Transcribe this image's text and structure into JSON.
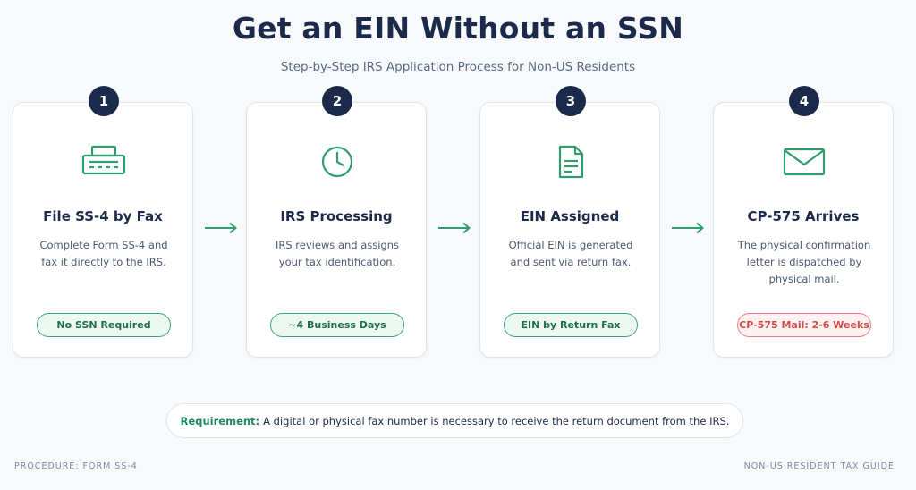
{
  "header": {
    "title": "Get an EIN Without an SSN",
    "subtitle": "Step-by-Step IRS Application Process for Non-US Residents"
  },
  "steps": [
    {
      "number": "1",
      "icon": "fax-machine-icon",
      "title": "File SS-4 by Fax",
      "description": "Complete Form SS-4 and fax it directly to the IRS.",
      "pill": "No SSN Required"
    },
    {
      "number": "2",
      "icon": "clock-icon",
      "title": "IRS Processing",
      "description": "IRS reviews and assigns your tax identification.",
      "pill": "~4 Business Days"
    },
    {
      "number": "3",
      "icon": "document-icon",
      "title": "EIN Assigned",
      "description": "Official EIN is generated and sent via return fax.",
      "pill": "EIN by Return Fax"
    },
    {
      "number": "4",
      "icon": "envelope-icon",
      "title": "CP-575 Arrives",
      "description": "The physical confirmation letter is dispatched by physical mail.",
      "pill": "CP-575 Mail: 2-6 Weeks"
    }
  ],
  "requirement": {
    "label": "Requirement:",
    "text": "A digital or physical fax number is necessary to receive the return document from the IRS."
  },
  "footer": {
    "left": "PROCEDURE: FORM SS-4",
    "right": "NON-US RESIDENT TAX GUIDE"
  },
  "colors": {
    "navy": "#1b2a4a",
    "accent_green": "#2e9e70",
    "alert_red": "#e06262",
    "background": "#f7f9fb"
  }
}
